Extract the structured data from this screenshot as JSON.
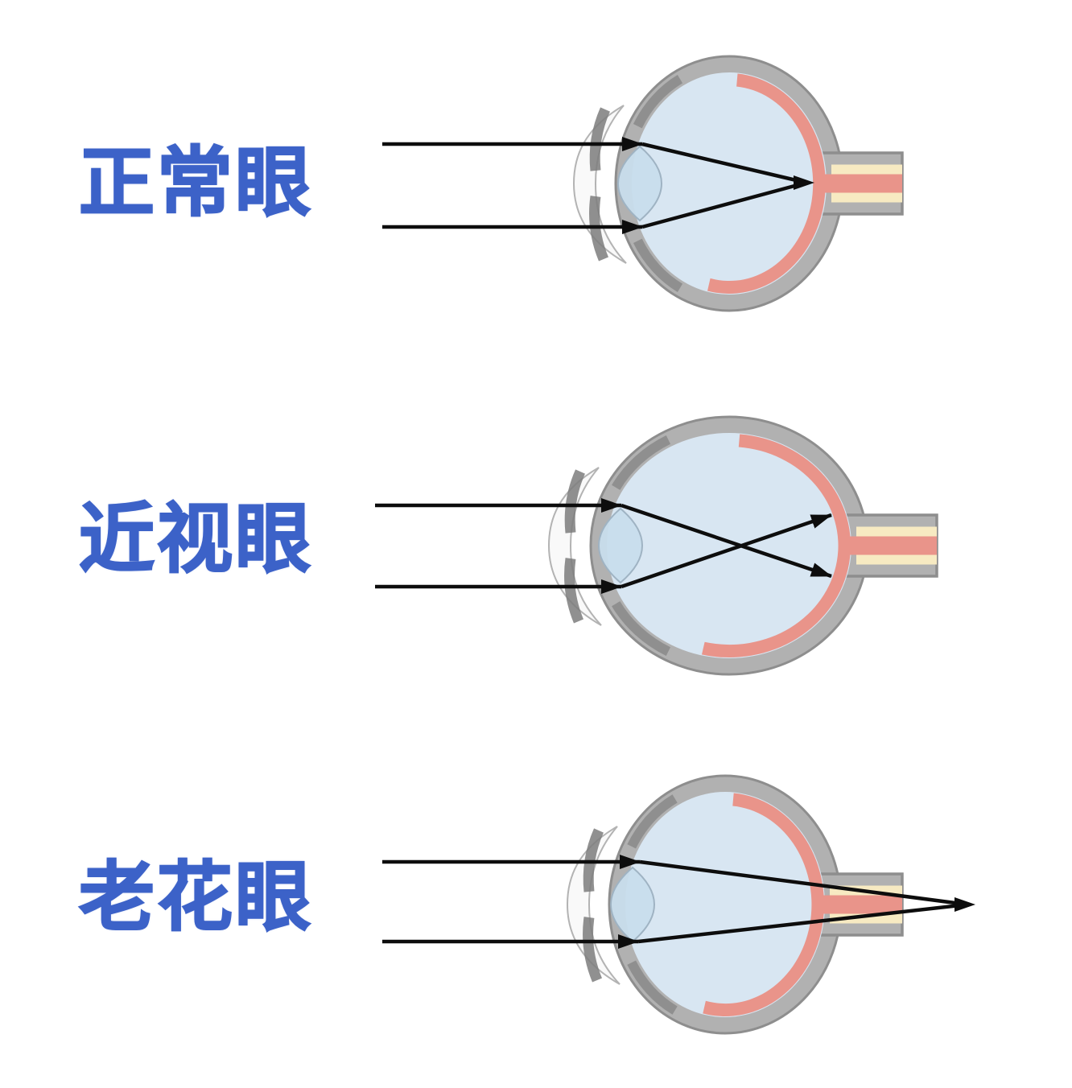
{
  "page": {
    "background": "#FFFFFF",
    "kind": "eye-optics-comparison-diagram"
  },
  "colors": {
    "label_text": "#3C62C8",
    "sclera": "#B1B1B1",
    "sclera_outline": "#8E8E8E",
    "interior": "#D8E6F2",
    "retina": "#E9948A",
    "nerve_cream": "#F7EAC2",
    "ciliary": "#8C8C8C",
    "cornea": "#F5F5F5",
    "cornea_outline": "#B3B3B3",
    "iris": "#7C7C7C",
    "lens": "#C8DDEC",
    "lens_outline": "#9FB3C3",
    "ray": "#0D0D0D"
  },
  "diagrams": [
    {
      "id": "normal-eye",
      "label": "正常眼",
      "focus": "on-retina"
    },
    {
      "id": "myopic-eye",
      "label": "近视眼",
      "focus": "before-retina"
    },
    {
      "id": "presbyopic-eye",
      "label": "老花眼",
      "focus": "behind-retina"
    }
  ]
}
